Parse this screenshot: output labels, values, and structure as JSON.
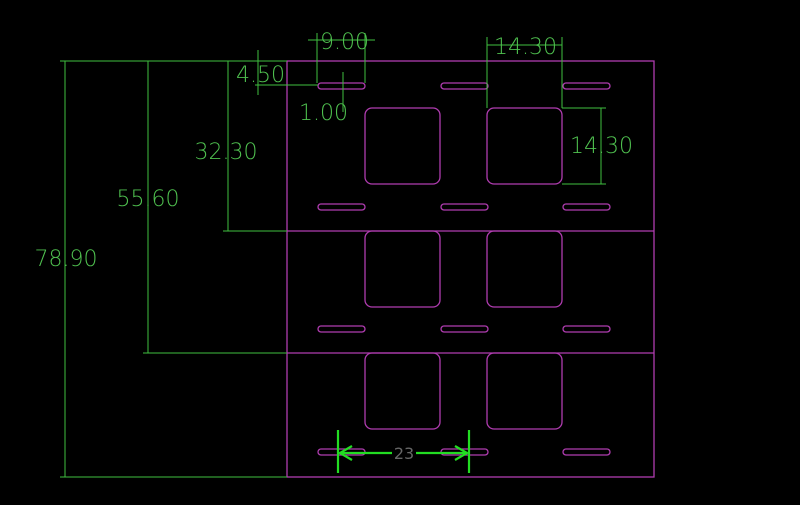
{
  "dimensions": {
    "total_height": "78.90",
    "two_rows_height": "55.60",
    "row_height": "32.30",
    "slot_offset": "4.50",
    "slot_length": "9.00",
    "slot_width": "1.00",
    "square_width": "14.30",
    "square_height": "14.30",
    "slot_pitch": "23"
  },
  "colors": {
    "part": "#b03cb0",
    "dimension": "#3fbf3f",
    "background": "#000000"
  }
}
